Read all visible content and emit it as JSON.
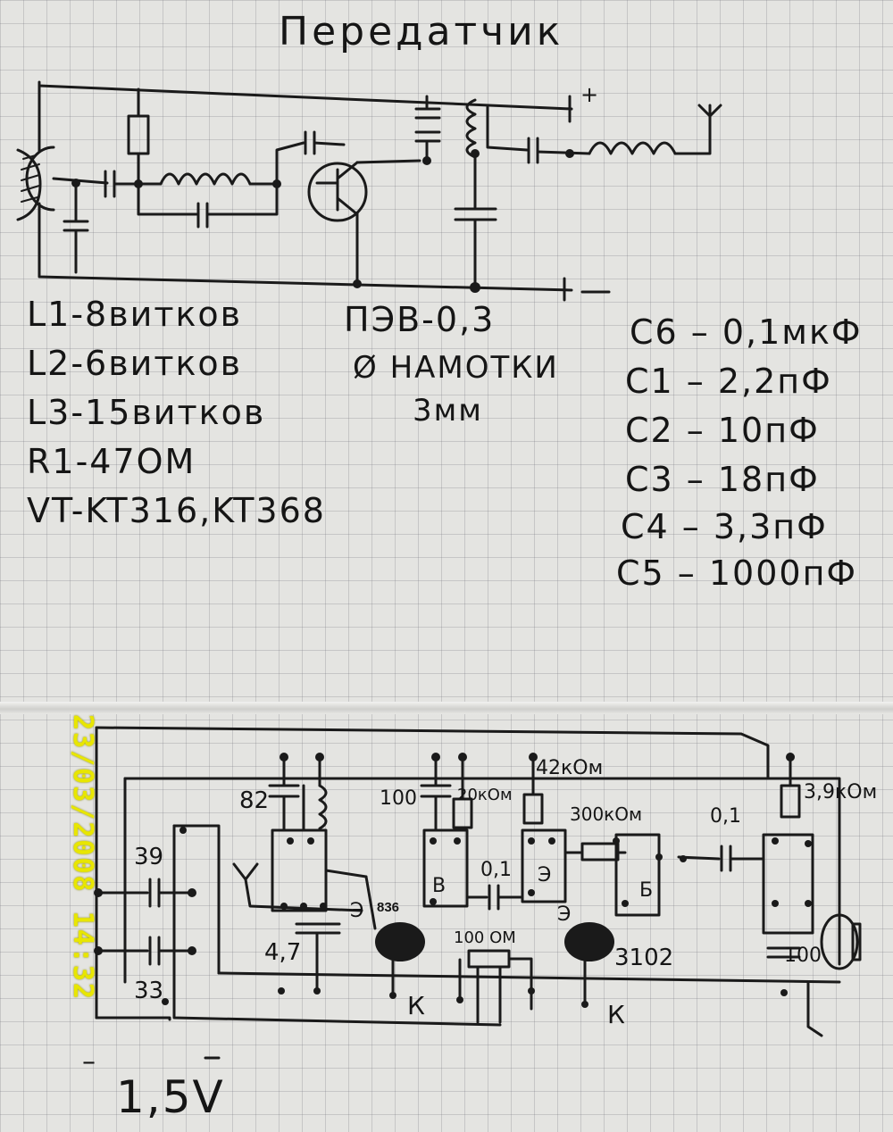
{
  "title": "Передатчик",
  "schematic_top": {
    "polarity_plus": "+",
    "polarity_minus": "—"
  },
  "specs_left": [
    "L1-8витков",
    "L2-6витков",
    "L3-15витков",
    "R1-47ОМ",
    "VT-KT316,KT368"
  ],
  "wire_note": [
    "ПЭВ-0,3",
    "Ø НАМОТКИ",
    "3мм"
  ],
  "specs_right": [
    "С6 – 0,1мкФ",
    "С1 – 2,2пФ",
    "С2 – 10пФ",
    "С3 – 18пФ",
    "С4 – 3,3пФ",
    "С5 – 1000пФ"
  ],
  "schematic_bottom": {
    "labels": {
      "c82": "82",
      "c100_left": "100",
      "r20k": "20кОм",
      "r42k": "42кОм",
      "r300k": "300кОм",
      "c01_right": "0,1",
      "r39k": "3,9кОм",
      "c39": "39",
      "c33": "33",
      "c47": "4,7",
      "c01_mid": "0,1",
      "t836": "836",
      "r100": "100 ОМ",
      "t3102": "3102",
      "c100_right": "100",
      "pin_b1": "В",
      "pin_e1": "Э",
      "pin_e2": "Э",
      "pin_b2": "Б",
      "pin_e3": "Э",
      "k1": "К",
      "k2": "К",
      "minus": "–"
    },
    "supply": "1,5V"
  },
  "timestamp": "23/03/2008 14:32"
}
